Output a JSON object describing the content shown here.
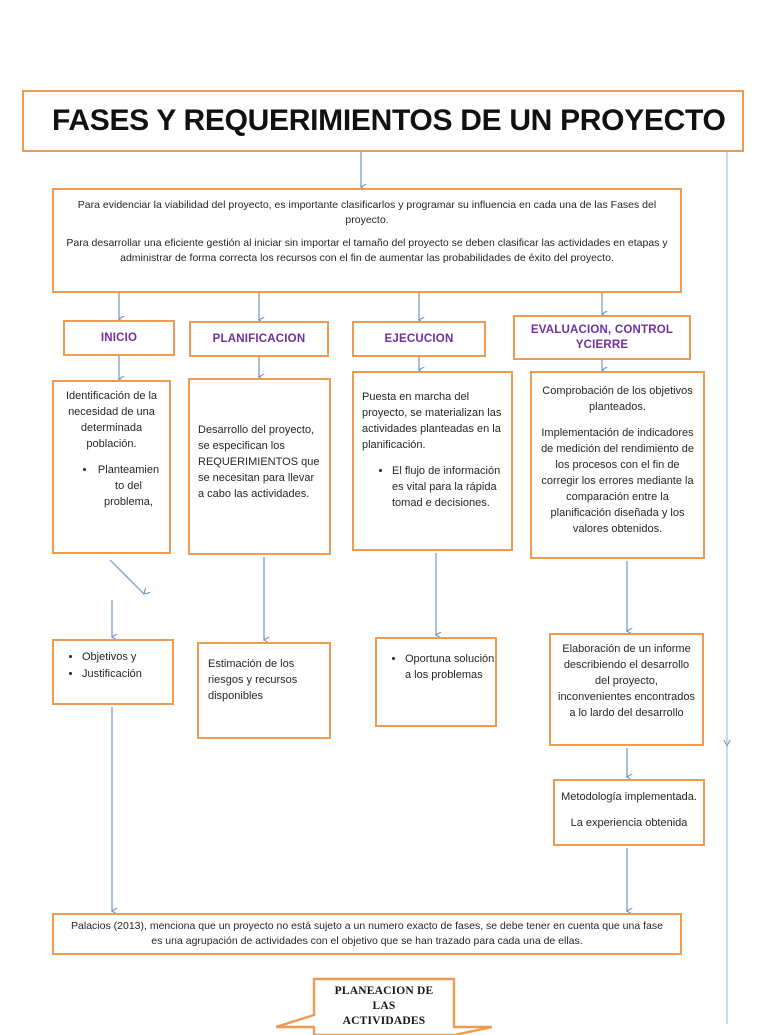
{
  "title": {
    "text": "FASES Y REQUERIMIENTOS DE UN PROYECTO"
  },
  "intro": {
    "paragraph_1": "Para evidenciar la viabilidad del proyecto, es importante clasificarlos y programar su influencia en cada una de las Fases del proyecto.",
    "paragraph_2": "Para desarrollar una eficiente gestión al iniciar sin importar el tamaño del proyecto se deben clasificar las actividades en etapas y administrar de forma correcta los recursos con el fin de aumentar las probabilidades de éxito del proyecto."
  },
  "phases": [
    {
      "label": "INICIO"
    },
    {
      "label": "PLANIFICACION"
    },
    {
      "label": "EJECUCION"
    },
    {
      "label": "EVALUACION, CONTROL YCIERRE"
    }
  ],
  "details": [
    {
      "paragraph": "Identificación de la necesidad de una determinada población.",
      "bullets": [
        "Planteamien to del problema,"
      ]
    },
    {
      "paragraph": "Desarrollo del proyecto, se especifican los REQUERIMIENTOS que se necesitan para llevar a cabo las actividades.",
      "bullets": []
    },
    {
      "paragraph": "Puesta en marcha del proyecto, se materializan las actividades planteadas en la planificación.",
      "bullets": [
        "El flujo de información es vital para la rápida tomad e decisiones."
      ]
    },
    {
      "paragraph": "Comprobación de los objetivos planteados.",
      "paragraph_2": "Implementación de indicadores de medición del rendimiento de los procesos con el fin de corregir los errores mediante la comparación entre la planificación diseñada y los valores obtenidos.",
      "bullets": []
    }
  ],
  "outputs": [
    {
      "bullets": [
        "Objetivos y",
        "Justificación"
      ],
      "paragraph": ""
    },
    {
      "bullets": [],
      "paragraph": "Estimación de los riesgos y recursos disponibles"
    },
    {
      "bullets": [
        "Oportuna solución a los problemas"
      ],
      "paragraph": ""
    },
    {
      "bullets": [],
      "paragraph": "Elaboración de un informe describiendo el desarrollo del proyecto, inconvenientes encontrados a lo lardo del desarrollo"
    }
  ],
  "methodology": {
    "line_1": "Metodología implementada.",
    "line_2": "La experiencia obtenida"
  },
  "conclusion": {
    "text": "Palacios (2013), menciona que un proyecto no está sujeto a un numero exacto de fases, se debe tener en cuenta que una fase es una agrupación de actividades con el objetivo que se han trazado para cada una de ellas."
  },
  "banner": {
    "text": "PLANEACION DE\nLAS\nACTIVIDADES"
  },
  "colors": {
    "box_border": "#ED9B53",
    "phase_label": "#7030A0",
    "connector": "#6E95C8",
    "body_text": "#262626",
    "title_text": "#111111",
    "background": "#FFFFFF"
  }
}
